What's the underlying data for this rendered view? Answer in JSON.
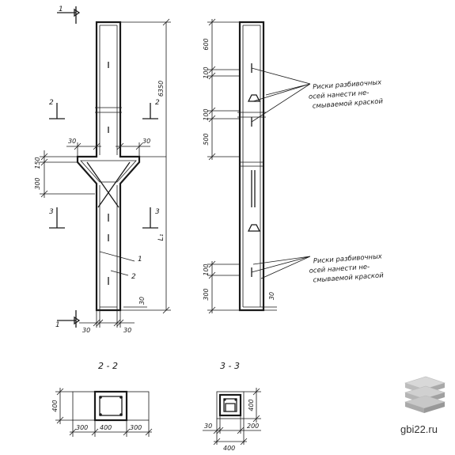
{
  "dimensions": {
    "h6350": "6350",
    "h150": "150",
    "h300": "300",
    "w30": "30",
    "hL1": "L₁",
    "r600": "600",
    "r100": "100",
    "r500": "500",
    "r30": "30",
    "s400": "400",
    "s300": "300",
    "s200": "200"
  },
  "cuts": {
    "one": "1",
    "two": "2",
    "three": "3"
  },
  "callouts": {
    "one": "1",
    "two": "2"
  },
  "notes": {
    "top": [
      "Риски разбивочных",
      "осей нанести не-",
      "смываемой краской"
    ],
    "bottom": [
      "Риски разбивочных",
      "осей нанести не-",
      "смываемой краской"
    ]
  },
  "sections": {
    "s22": "2 - 2",
    "s33": "3 - 3"
  },
  "logo": {
    "text": "gbi22.ru"
  }
}
